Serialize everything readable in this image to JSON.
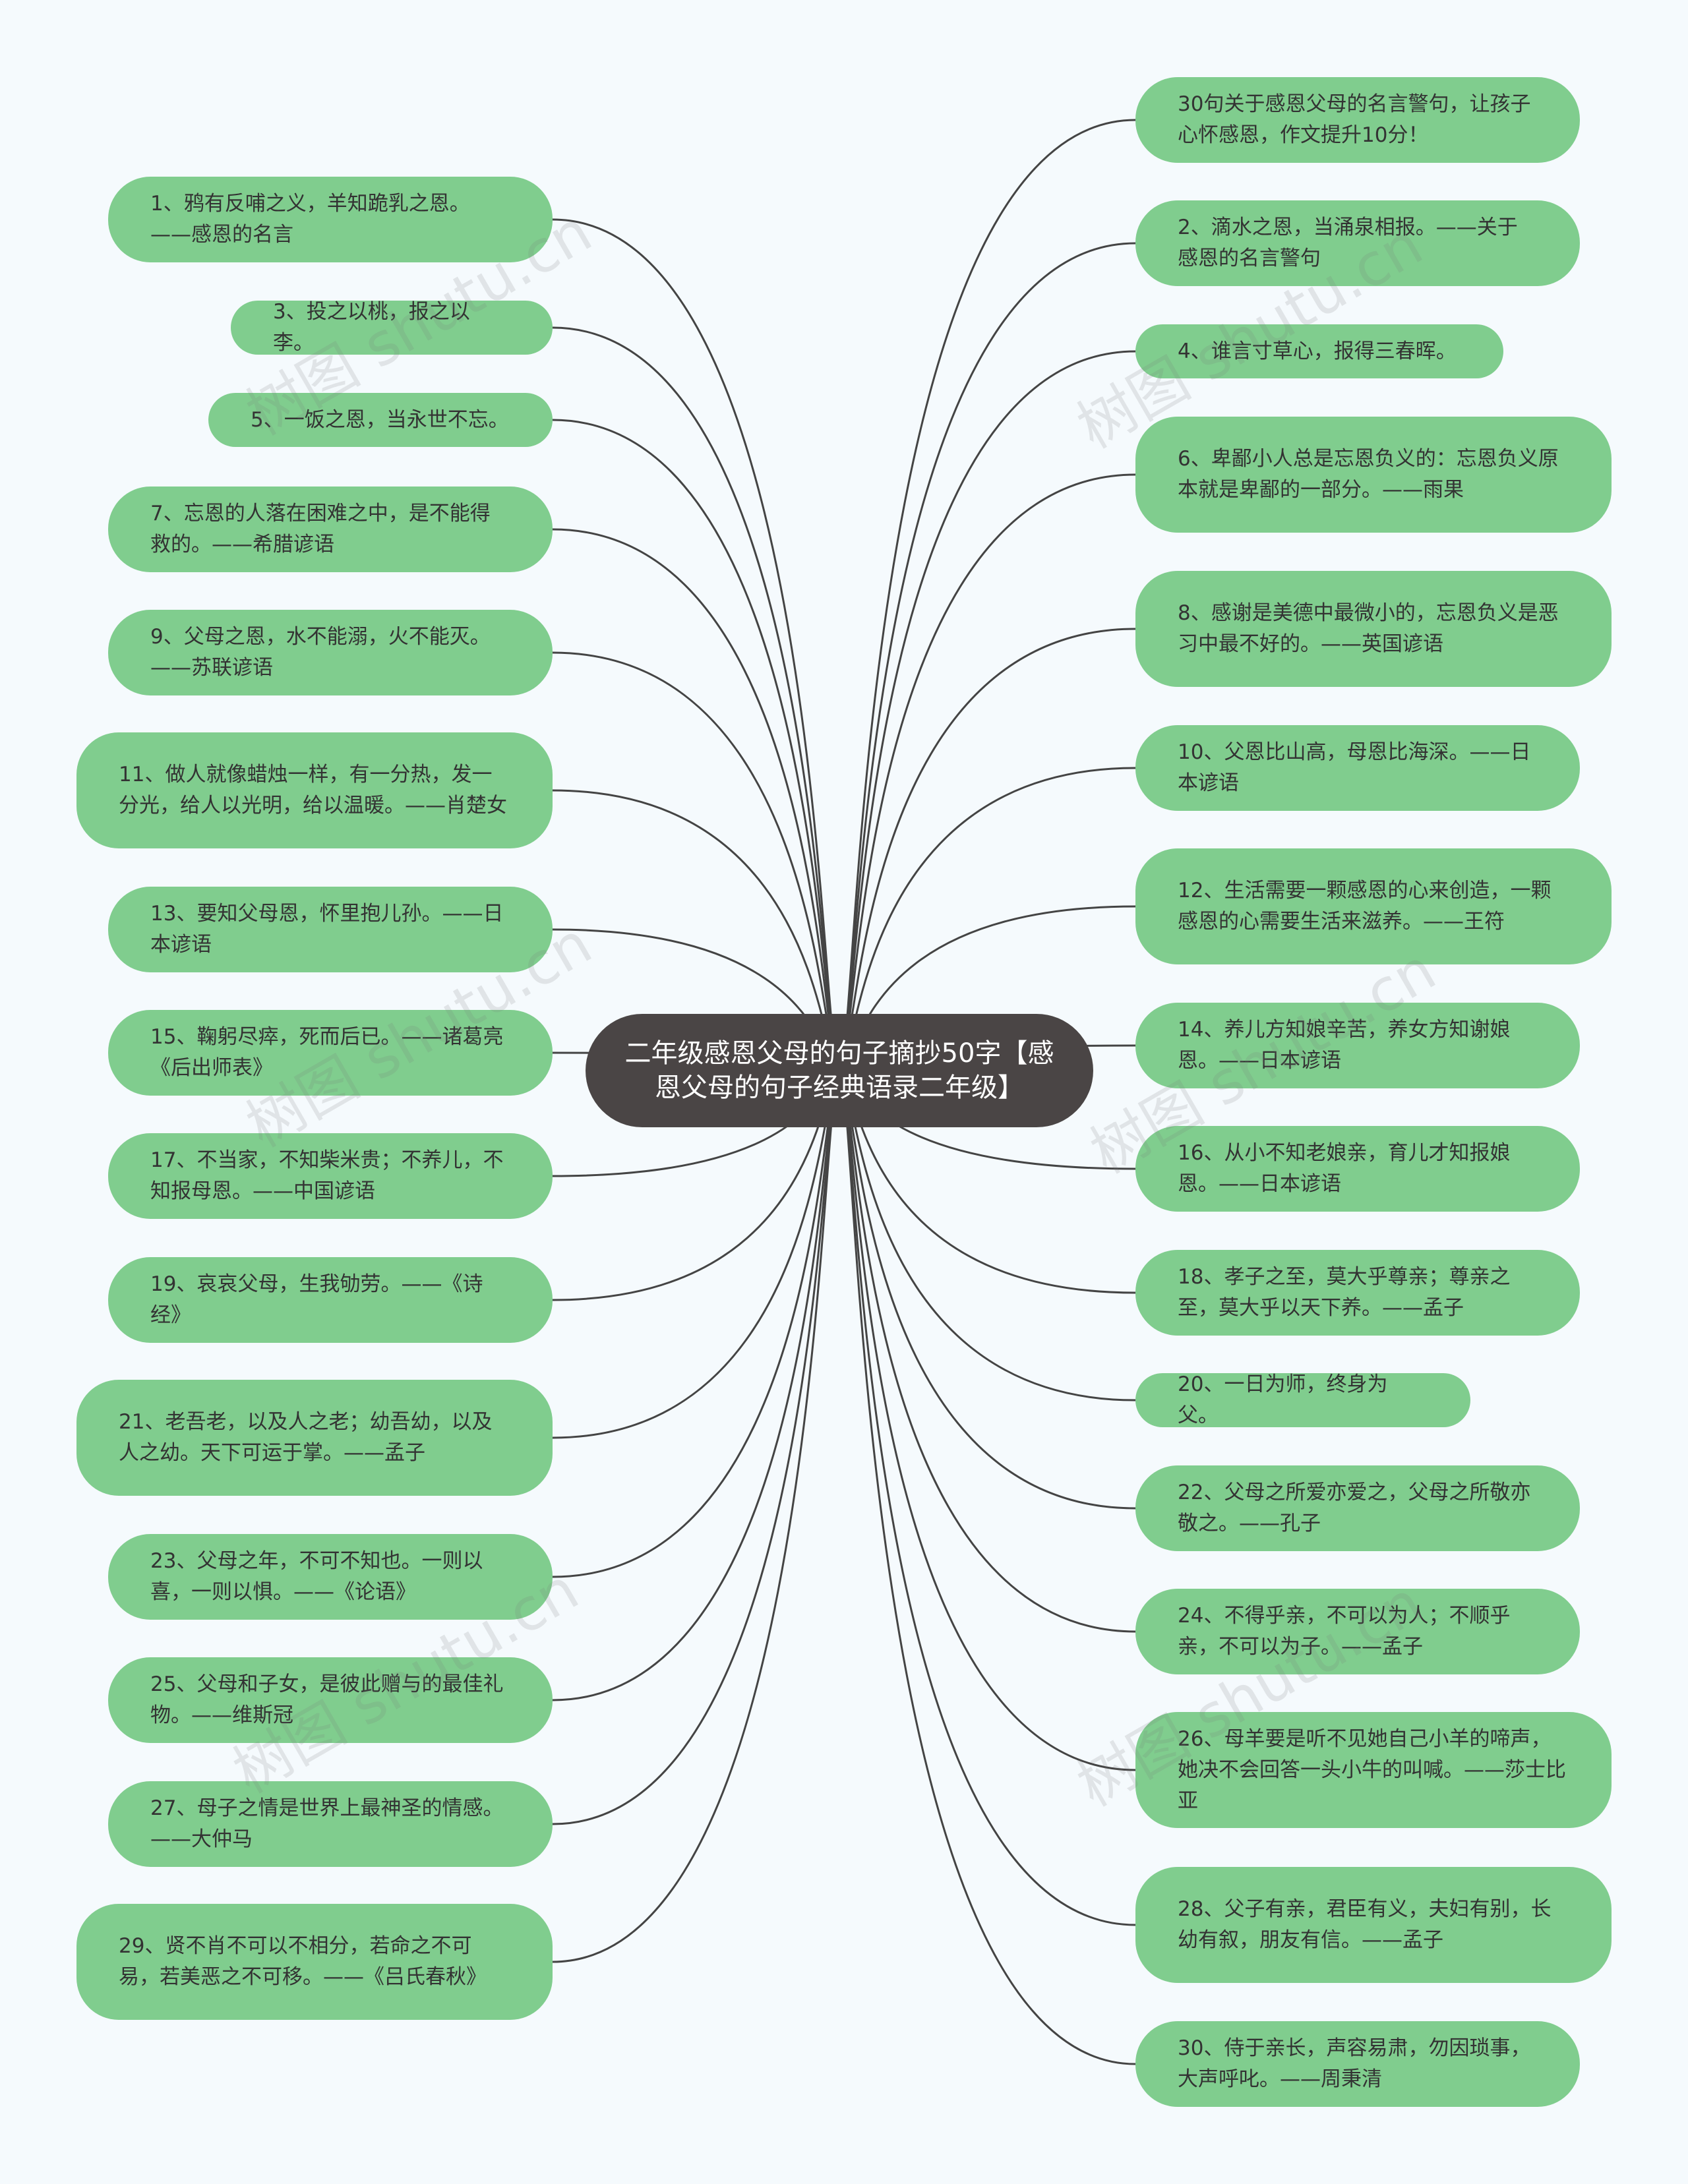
{
  "root": {
    "title": "二年级感恩父母的句子摘抄50字【感恩父母的句子经典语录二年级】"
  },
  "left": [
    "1、鸦有反哺之义，羊知跪乳之恩。——感恩的名言",
    "3、投之以桃，报之以李。",
    "5、一饭之恩，当永世不忘。",
    "7、忘恩的人落在困难之中，是不能得救的。——希腊谚语",
    "9、父母之恩，水不能溺，火不能灭。——苏联谚语",
    "11、做人就像蜡烛一样，有一分热，发一分光，给人以光明，给以温暖。——肖楚女",
    "13、要知父母恩，怀里抱儿孙。——日本谚语",
    "15、鞠躬尽瘁，死而后已。——诸葛亮《后出师表》",
    "17、不当家，不知柴米贵；不养儿，不知报母恩。——中国谚语",
    "19、哀哀父母，生我劬劳。——《诗经》",
    "21、老吾老，以及人之老；幼吾幼，以及人之幼。天下可运于掌。——孟子",
    "23、父母之年，不可不知也。一则以喜，一则以惧。——《论语》",
    "25、父母和子女，是彼此赠与的最佳礼物。——维斯冠",
    "27、母子之情是世界上最神圣的情感。——大仲马",
    "29、贤不肖不可以不相分，若命之不可易，若美恶之不可移。——《吕氏春秋》"
  ],
  "right": [
    "30句关于感恩父母的名言警句，让孩子心怀感恩，作文提升10分！",
    "2、滴水之恩，当涌泉相报。——关于感恩的名言警句",
    "4、谁言寸草心，报得三春晖。",
    "6、卑鄙小人总是忘恩负义的：忘恩负义原本就是卑鄙的一部分。——雨果",
    "8、感谢是美德中最微小的，忘恩负义是恶习中最不好的。——英国谚语",
    "10、父恩比山高，母恩比海深。——日本谚语",
    "12、生活需要一颗感恩的心来创造，一颗感恩的心需要生活来滋养。——王符",
    "14、养儿方知娘辛苦，养女方知谢娘恩。——日本谚语",
    "16、从小不知老娘亲，育儿才知报娘恩。——日本谚语",
    "18、孝子之至，莫大乎尊亲；尊亲之至，莫大乎以天下养。——孟子",
    "20、一日为师，终身为父。",
    "22、父母之所爱亦爱之，父母之所敬亦敬之。——孔子",
    "24、不得乎亲，不可以为人；不顺乎亲，不可以为子。——孟子",
    "26、母羊要是听不见她自己小羊的啼声，她决不会回答一头小牛的叫喊。——莎士比亚",
    "28、父子有亲，君臣有义，夫妇有别，长幼有叙，朋友有信。——孟子",
    "30、侍于亲长，声容易肃，勿因琐事，大声呼叱。——周秉清"
  ],
  "watermark": "树图 shutu.cn",
  "colors": {
    "node": "#80cd8e",
    "root": "#4a4545",
    "line": "#444444",
    "background": "#f5fafd"
  }
}
